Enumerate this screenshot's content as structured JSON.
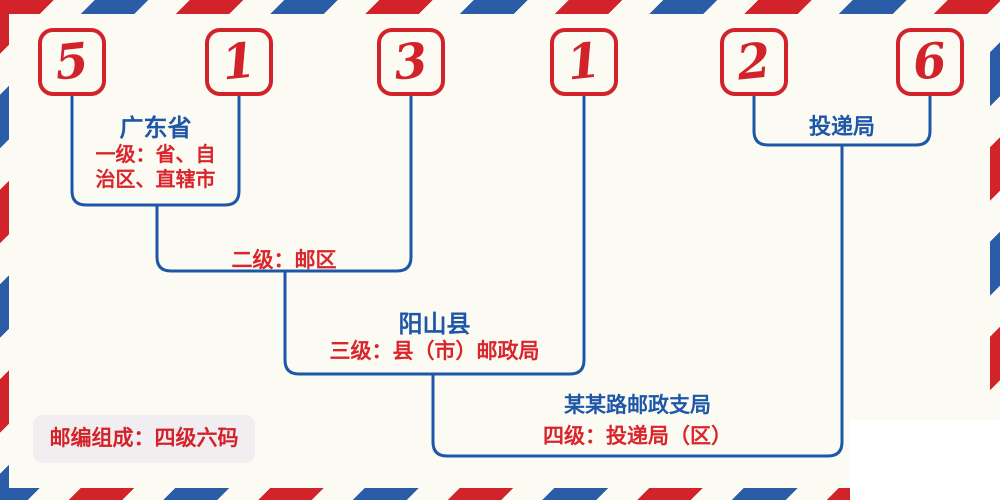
{
  "postal_code": {
    "digits": [
      "5",
      "1",
      "3",
      "1",
      "2",
      "6"
    ]
  },
  "levels": {
    "level1": {
      "place": "广东省",
      "desc_line1": "一级：省、自",
      "desc_line2": "治区、直辖市"
    },
    "level2": {
      "desc": "二级：邮区"
    },
    "level3": {
      "place": "阳山县",
      "desc": "三级：县（市）邮政局"
    },
    "level4": {
      "place": "某某路邮政支局",
      "desc": "四级：投递局（区）"
    },
    "delivery": {
      "label": "投递局"
    }
  },
  "footer": {
    "composition": "邮编组成：四级六码"
  },
  "colors": {
    "digit_red": "#d2232a",
    "text_blue": "#1f57a8",
    "text_red": "#d9252b",
    "stripe_red": "#d2232a",
    "stripe_blue": "#2a5ca8",
    "background": "#fbfbf3",
    "badge_background": "#f1eef1"
  }
}
